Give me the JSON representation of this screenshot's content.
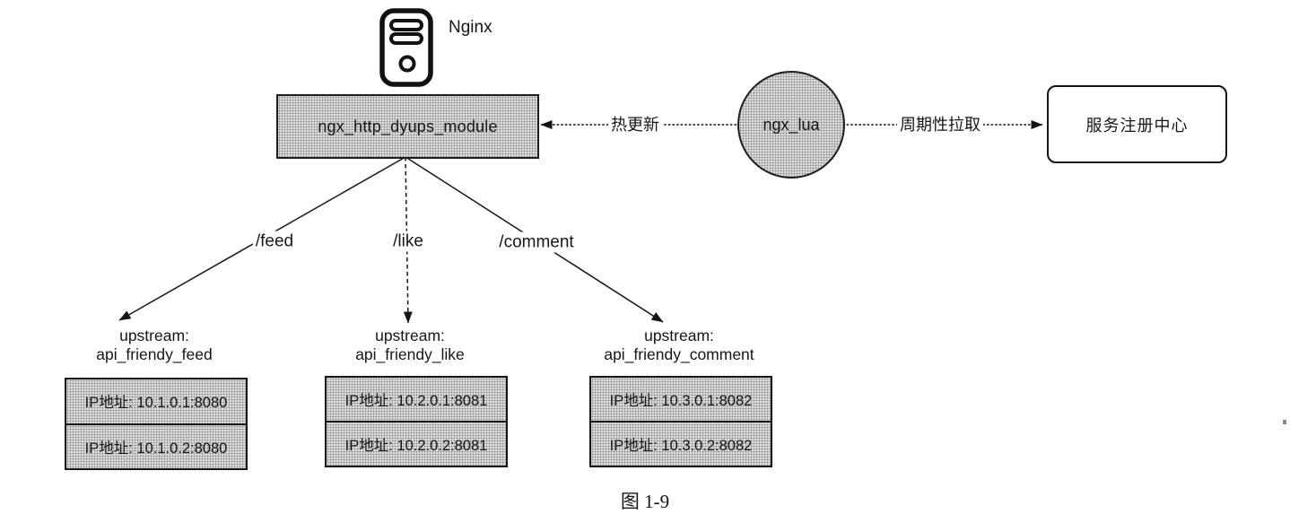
{
  "page": {
    "caption": "图 1-9"
  },
  "nginx": {
    "label": "Nginx",
    "icon": "server-icon"
  },
  "dyups_box": {
    "label": "ngx_http_dyups_module"
  },
  "lua_node": {
    "label": "ngx_lua"
  },
  "registry_box": {
    "label": "服务注册中心"
  },
  "connections": {
    "hot_update": {
      "label": "热更新",
      "direction": "ngx_lua → ngx_http_dyups_module"
    },
    "periodic_pull": {
      "label": "周期性拉取",
      "direction": "ngx_lua → 服务注册中心"
    }
  },
  "routes": [
    {
      "path": "/feed",
      "upstream_prefix": "upstream:",
      "upstream_name": "api_friendy_feed",
      "servers": [
        "IP地址: 10.1.0.1:8080",
        "IP地址: 10.1.0.2:8080"
      ]
    },
    {
      "path": "/like",
      "upstream_prefix": "upstream:",
      "upstream_name": "api_friendy_like",
      "servers": [
        "IP地址: 10.2.0.1:8081",
        "IP地址: 10.2.0.2:8081"
      ]
    },
    {
      "path": "/comment",
      "upstream_prefix": "upstream:",
      "upstream_name": "api_friendy_comment",
      "servers": [
        "IP地址: 10.3.0.1:8082",
        "IP地址: 10.3.0.2:8082"
      ]
    }
  ],
  "colors": {
    "node_fill": "#d7d7d7",
    "border": "#1d1d1d",
    "text": "#161616"
  }
}
